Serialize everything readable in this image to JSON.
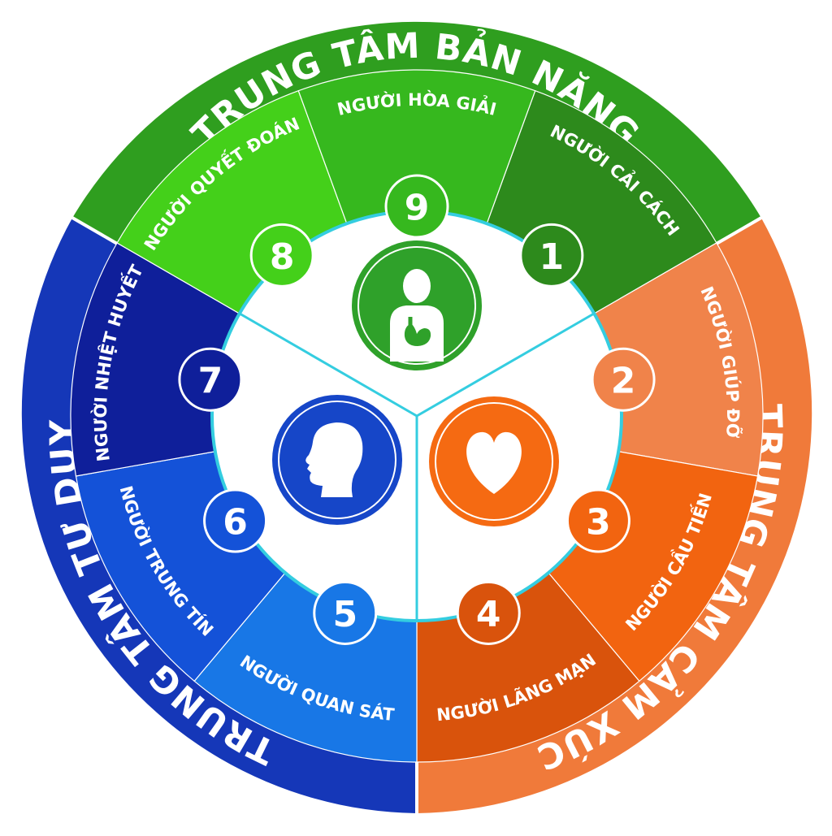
{
  "centers": [
    {
      "id": "ban-nang",
      "label": "TRUNG TÂM BẢN NĂNG",
      "color": "#2f9e1f",
      "icon": "stomach-person-icon",
      "icon_bg": "#2fa12a"
    },
    {
      "id": "cam-xuc",
      "label": "TRUNG TÂM CẢM XÚC",
      "color": "#f07a3a",
      "icon": "heart-icon",
      "icon_bg": "#f56a12"
    },
    {
      "id": "tu-duy",
      "label": "TRUNG TÂM TƯ DUY",
      "color": "#1537b8",
      "icon": "head-profile-icon",
      "icon_bg": "#1646c8"
    }
  ],
  "types": [
    {
      "number": "1",
      "label": "NGƯỜI CẢI CÁCH",
      "color": "#2d8a1c"
    },
    {
      "number": "2",
      "label": "NGƯỜI GIÚP ĐỠ",
      "color": "#f0834a"
    },
    {
      "number": "3",
      "label": "NGƯỜI CẦU TIẾN",
      "color": "#f26410"
    },
    {
      "number": "4",
      "label": "NGƯỜI LÃNG MẠN",
      "color": "#d9530c"
    },
    {
      "number": "5",
      "label": "NGƯỜI QUAN SÁT",
      "color": "#1877e6"
    },
    {
      "number": "6",
      "label": "NGƯỜI TRUNG TÍN",
      "color": "#1452d8"
    },
    {
      "number": "7",
      "label": "NGƯỜI NHIỆT HUYẾT",
      "color": "#0f1f9a"
    },
    {
      "number": "8",
      "label": "NGƯỜI QUYẾT ĐOÁN",
      "color": "#44d01a"
    },
    {
      "number": "9",
      "label": "NGƯỜI HÒA GIẢI",
      "color": "#36b81e"
    }
  ]
}
